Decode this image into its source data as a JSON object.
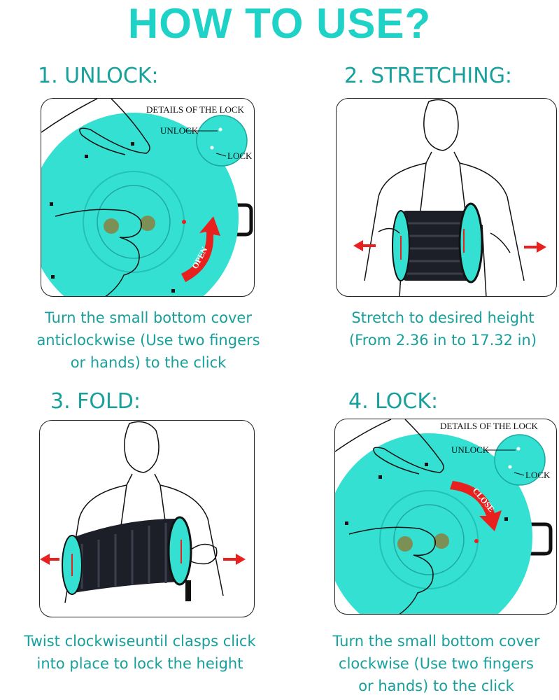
{
  "page": {
    "title": "HOW TO USE?",
    "colors": {
      "teal_text": "#17a09c",
      "title": "#1fd2c8",
      "stool": "#33e0d2",
      "arrow": "#e8201e"
    }
  },
  "steps": [
    {
      "heading": "1. UNLOCK:",
      "detail_title": "DETAILS OF THE LOCK",
      "unlock_label": "UNLOCK",
      "lock_label": "LOCK",
      "arrow_label": "OPEN",
      "caption_lines": [
        "Turn the small bottom cover",
        "anticlockwise (Use two fingers",
        "or hands) to the click"
      ]
    },
    {
      "heading": "2. STRETCHING:",
      "caption_lines": [
        "Stretch to desired height",
        "(From 2.36 in to 17.32 in)"
      ]
    },
    {
      "heading": "3. FOLD:",
      "caption_lines": [
        "Twist clockwiseuntil clasps click",
        "into place to lock the height"
      ]
    },
    {
      "heading": "4. LOCK:",
      "detail_title": "DETAILS OF THE LOCK",
      "unlock_label": "UNLOCK",
      "lock_label": "LOCK",
      "arrow_label": "CLOSE",
      "caption_lines": [
        "Turn the small bottom cover",
        "clockwise (Use two fingers",
        "or hands) to the click"
      ]
    }
  ]
}
